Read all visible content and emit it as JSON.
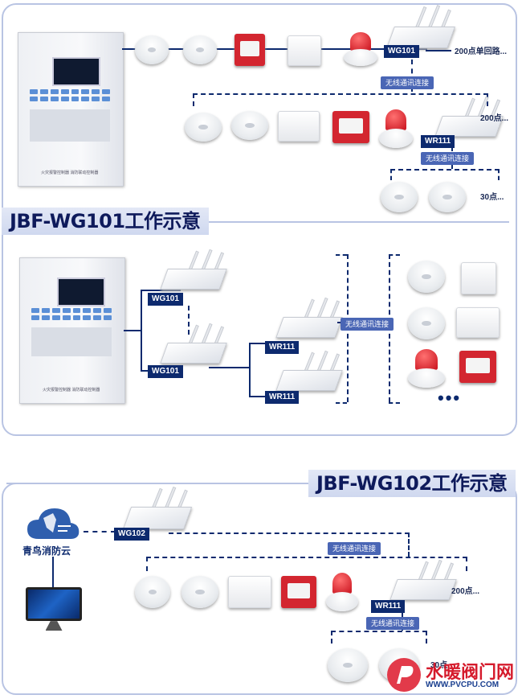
{
  "diagram1": {
    "title": "JBF-WG101工作示意",
    "gateway_label": "WG101",
    "repeater_label": "WR111",
    "count_main": "200点单回路...",
    "count_repeater": "200点...",
    "count_sub": "30点...",
    "wireless_label_1": "无线通讯连接",
    "wireless_label_2": "无线通讯连接"
  },
  "diagram2": {
    "gateway_label_1": "WG101",
    "gateway_label_2": "WG101",
    "repeater_label_1": "WR111",
    "repeater_label_2": "WR111",
    "wireless_label": "无线通讯连接",
    "more": "•••"
  },
  "diagram3": {
    "title": "JBF-WG102工作示意",
    "cloud_label": "青鸟消防云",
    "gateway_label": "WG102",
    "repeater_label": "WR111",
    "wireless_label_1": "无线通讯连接",
    "wireless_label_2": "无线通讯连接",
    "count_main": "200点...",
    "count_sub": "30点"
  },
  "cabinet_caption": "火灾报警控制器 消防联动控制器",
  "watermark": {
    "text": "水暖阀门网",
    "url": "WWW.PVCPU.COM"
  }
}
